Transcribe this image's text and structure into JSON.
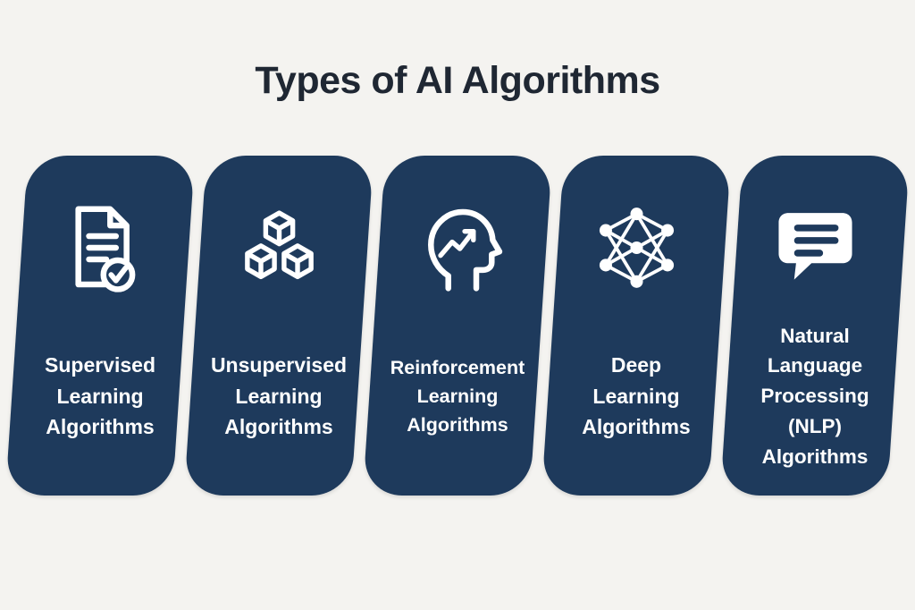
{
  "title": "Types of AI Algorithms",
  "colors": {
    "background": "#f4f3f0",
    "card": "#1e3a5c",
    "title_text": "#1f2733",
    "card_text": "#ffffff"
  },
  "cards": [
    {
      "icon": "document-check-icon",
      "label": "Supervised\nLearning\nAlgorithms"
    },
    {
      "icon": "cubes-icon",
      "label": "Unsupervised\nLearning\nAlgorithms"
    },
    {
      "icon": "head-growth-icon",
      "label": "Reinforcement\nLearning\nAlgorithms"
    },
    {
      "icon": "neural-network-icon",
      "label": "Deep\nLearning\nAlgorithms"
    },
    {
      "icon": "chat-bubble-icon",
      "label": "Natural\nLanguage\nProcessing\n(NLP)\nAlgorithms"
    }
  ]
}
